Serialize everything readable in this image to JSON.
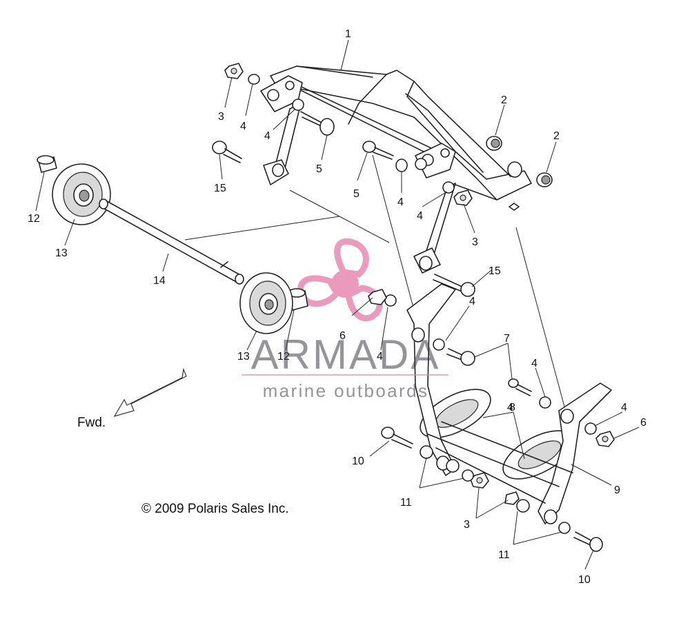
{
  "callouts": [
    {
      "id": "c1",
      "label": "1"
    },
    {
      "id": "c2a",
      "label": "2"
    },
    {
      "id": "c2b",
      "label": "2"
    },
    {
      "id": "c3a",
      "label": "3"
    },
    {
      "id": "c3b",
      "label": "3"
    },
    {
      "id": "c3c",
      "label": "3"
    },
    {
      "id": "c4a",
      "label": "4"
    },
    {
      "id": "c4b",
      "label": "4"
    },
    {
      "id": "c4c",
      "label": "4"
    },
    {
      "id": "c4d",
      "label": "4"
    },
    {
      "id": "c4e",
      "label": "4"
    },
    {
      "id": "c4f",
      "label": "4"
    },
    {
      "id": "c4g",
      "label": "4"
    },
    {
      "id": "c4h",
      "label": "4"
    },
    {
      "id": "c4i",
      "label": "4"
    },
    {
      "id": "c5a",
      "label": "5"
    },
    {
      "id": "c5b",
      "label": "5"
    },
    {
      "id": "c6a",
      "label": "6"
    },
    {
      "id": "c6b",
      "label": "6"
    },
    {
      "id": "c7",
      "label": "7"
    },
    {
      "id": "c8",
      "label": "8"
    },
    {
      "id": "c9",
      "label": "9"
    },
    {
      "id": "c10a",
      "label": "10"
    },
    {
      "id": "c10b",
      "label": "10"
    },
    {
      "id": "c11a",
      "label": "11"
    },
    {
      "id": "c11b",
      "label": "11"
    },
    {
      "id": "c12a",
      "label": "12"
    },
    {
      "id": "c12b",
      "label": "12"
    },
    {
      "id": "c13a",
      "label": "13"
    },
    {
      "id": "c13b",
      "label": "13"
    },
    {
      "id": "c14",
      "label": "14"
    },
    {
      "id": "c15a",
      "label": "15"
    },
    {
      "id": "c15b",
      "label": "15"
    }
  ],
  "direction_label": "Fwd.",
  "copyright": "© 2009 Polaris Sales Inc.",
  "watermark": {
    "name": "ARMADA",
    "tagline": "marine outboards",
    "accent_color": "#e47aa8"
  },
  "colors": {
    "line": "#222222",
    "background": "#ffffff"
  }
}
